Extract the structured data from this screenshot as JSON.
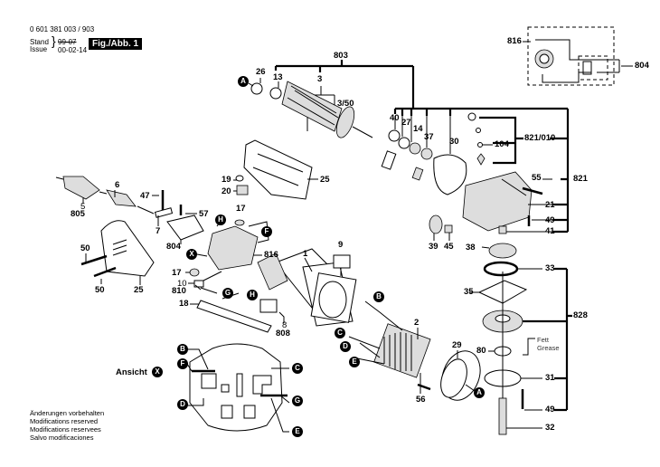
{
  "header": {
    "part_number": "0 601 381 003 / 903",
    "stand_label": "Stand",
    "issue_label": "Issue",
    "old_date": "99-07",
    "date": "00-02-14",
    "figure_label": "Fig./Abb. 1"
  },
  "view_label": "Ansicht",
  "view_marker": "X",
  "footer": {
    "lines": [
      "Änderungen vorbehalten",
      "Modifications reserved",
      "Modifications reservees",
      "Salvo modificaciones"
    ]
  },
  "grease_note": {
    "line1": "Fett",
    "line2": "Grease"
  },
  "groups": {
    "g803": "803",
    "g821_010": "821/010",
    "g821": "821",
    "g828": "828",
    "g816": "816",
    "g804": "804"
  },
  "parts": {
    "p26": "26",
    "p13": "13",
    "p3": "3",
    "p3_50": "3/50",
    "p40": "40",
    "p27": "27",
    "p14": "14",
    "p37": "37",
    "p30": "30",
    "p104": "104",
    "p55": "55",
    "p21": "21",
    "p49a": "49",
    "p41": "41",
    "p39": "39",
    "p45": "45",
    "p38": "38",
    "p33": "33",
    "p35": "35",
    "p80": "80",
    "p31": "31",
    "p49b": "49",
    "p32": "32",
    "p29": "29",
    "p2": "2",
    "p56": "56",
    "p1": "1",
    "p9": "9",
    "p8": "8",
    "p808": "808",
    "p19": "19",
    "p20": "20",
    "p25a": "25",
    "p25b": "25",
    "p6": "6",
    "p5": "5",
    "p805": "805",
    "p47": "47",
    "p7": "7",
    "p57": "57",
    "p804": "804",
    "p17a": "17",
    "p17b": "17",
    "p816": "816",
    "p10": "10",
    "p810": "810",
    "p18": "18",
    "p50a": "50",
    "p50b": "50"
  },
  "markers": {
    "A": "A",
    "B": "B",
    "C": "C",
    "D": "D",
    "E": "E",
    "F": "F",
    "G": "G",
    "H": "H",
    "X": "X"
  }
}
